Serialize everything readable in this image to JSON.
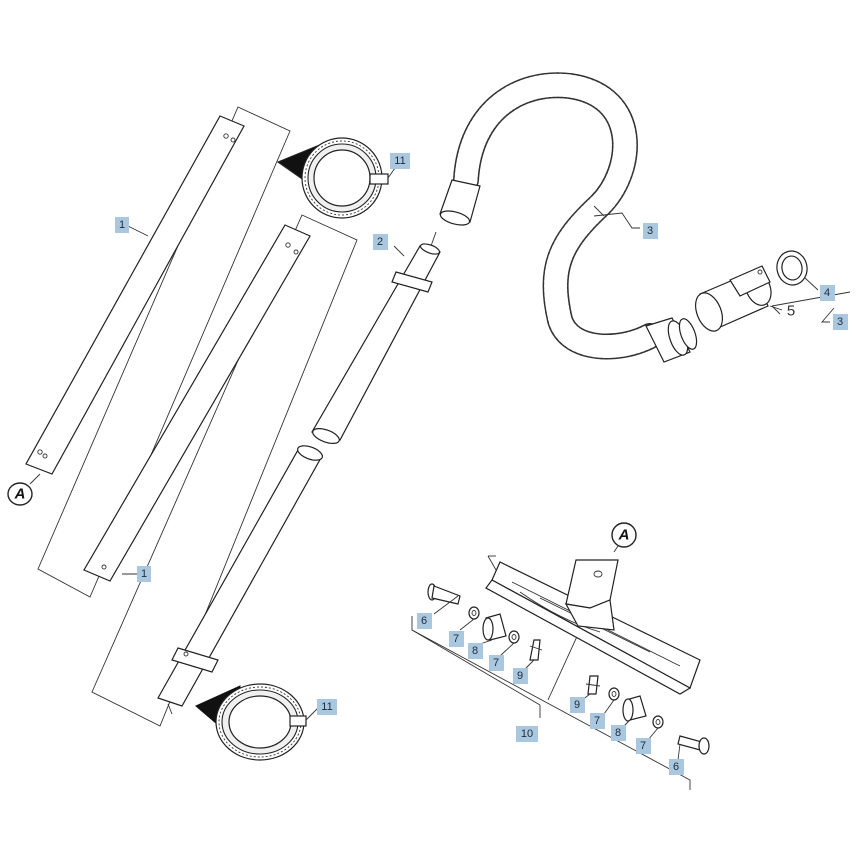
{
  "callouts": {
    "tube_upper": "1",
    "tube_middle": "1",
    "bent_tube": "2",
    "hose_label_a": "3",
    "hose_label_b": "3",
    "ring": "4",
    "connector": "5",
    "screw_left": "6",
    "screw_right": "6",
    "washer_left_a": "7",
    "washer_left_b": "7",
    "washer_right_a": "7",
    "washer_right_b": "7",
    "roller_left": "8",
    "roller_right": "8",
    "clip_left": "9",
    "clip_right": "9",
    "floor_nozzle": "10",
    "clip_ring_top": "11",
    "clip_ring_bottom": "11"
  },
  "reference_marks": {
    "tube_end": "A",
    "nozzle_neck": "A"
  },
  "colors": {
    "callout_fill": "#a9c8e0",
    "line": "#222222"
  }
}
